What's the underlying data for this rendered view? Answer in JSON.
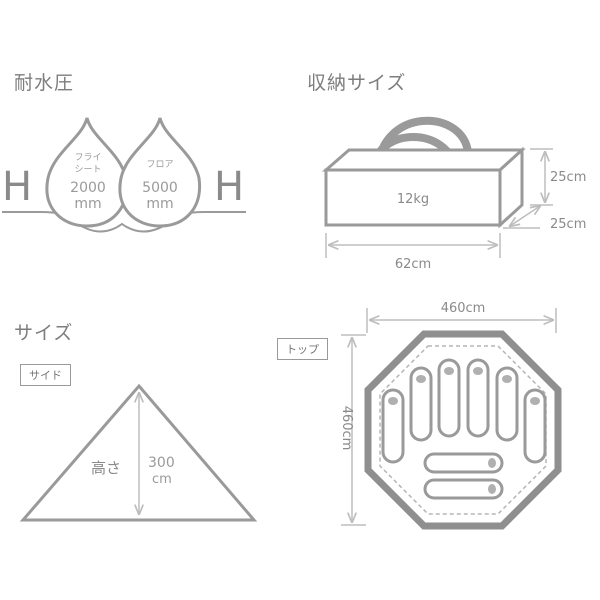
{
  "water_resistance": {
    "title": "耐水圧",
    "left_label": "H",
    "right_label": "H",
    "fly": {
      "name_line1": "フライ",
      "name_line2": "シート",
      "value": "2000",
      "unit": "mm"
    },
    "floor": {
      "name": "フロア",
      "value": "5000",
      "unit": "mm"
    }
  },
  "storage": {
    "title": "収納サイズ",
    "weight": "12kg",
    "height": "25cm",
    "depth": "25cm",
    "length": "62cm"
  },
  "size": {
    "title": "サイズ",
    "side_tag": "サイド",
    "height_label": "高さ",
    "height_value": "300",
    "height_unit": "cm"
  },
  "top_view": {
    "tag": "トップ",
    "width": "460cm",
    "depth": "460cm"
  }
}
